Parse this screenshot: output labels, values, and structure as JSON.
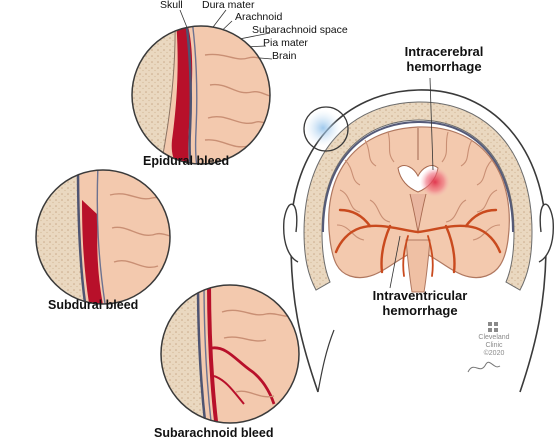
{
  "labels": {
    "skull": "Skull",
    "dura_mater": "Dura mater",
    "arachnoid": "Arachnoid",
    "subarachnoid_space": "Subarachnoid space",
    "pia_mater": "Pia mater",
    "brain": "Brain"
  },
  "captions": {
    "epidural": "Epidural bleed",
    "subdural": "Subdural bleed",
    "subarachnoid": "Subarachnoid bleed"
  },
  "callouts": {
    "intracerebral_line1": "Intracerebral",
    "intracerebral_line2": "hemorrhage",
    "intraventricular_line1": "Intraventricular",
    "intraventricular_line2": "hemorrhage"
  },
  "logo": {
    "name_line1": "Cleveland",
    "name_line2": "Clinic",
    "copyright": "©2020"
  },
  "colors": {
    "skull": "#e8d9c4",
    "brain": "#f3c9ae",
    "blood": "#b8102a",
    "dura": "#5a5f7a",
    "vessels": "#c94a1e",
    "outline": "#3a3a3a"
  }
}
